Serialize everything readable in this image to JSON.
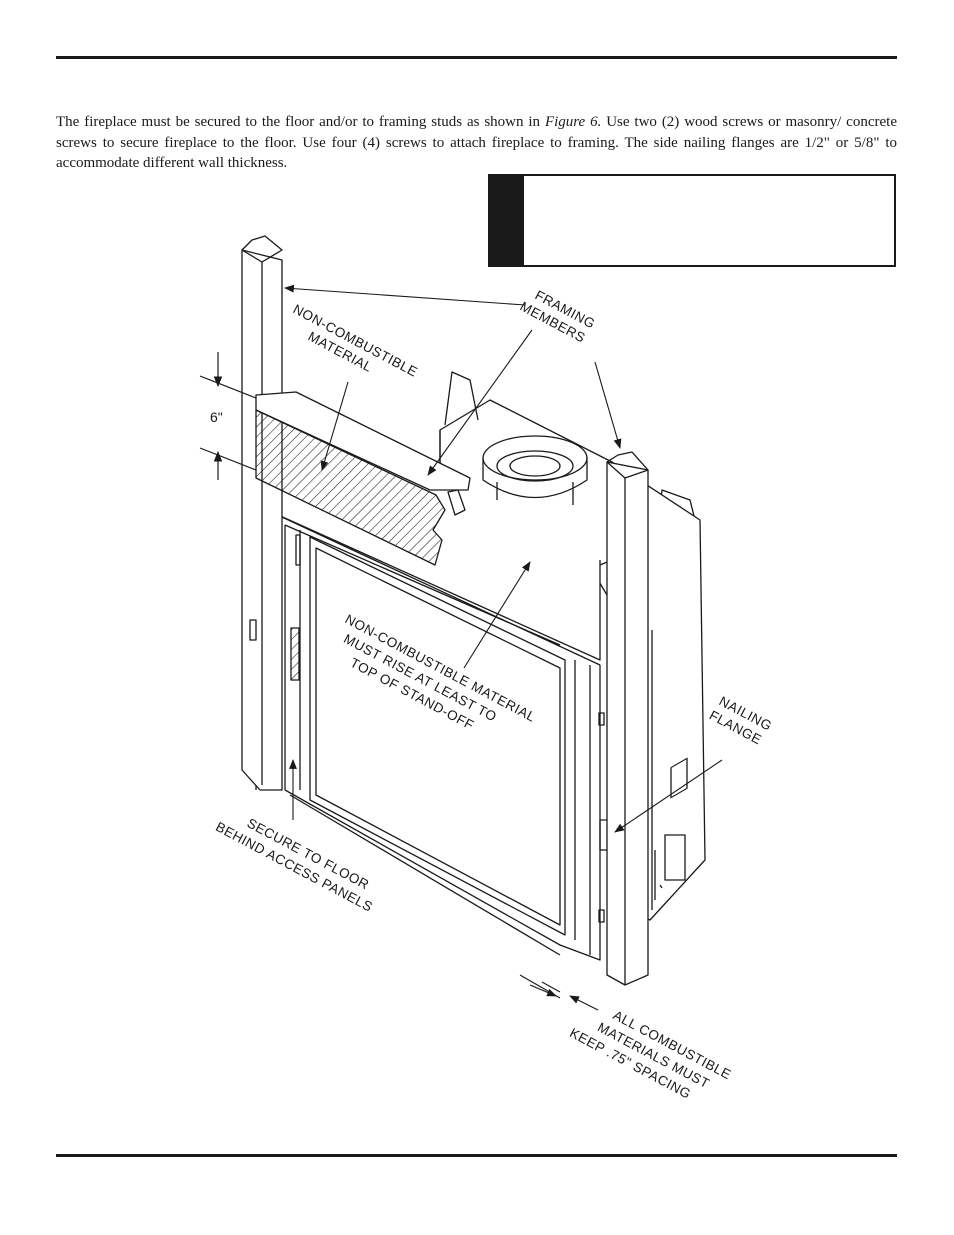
{
  "intro": {
    "part1": "The fireplace must be secured to the floor and/or to framing studs as shown in ",
    "figure_ref": "Figure 6.",
    "part2": " Use two (2) wood screws or masonry/ concrete screws to secure fireplace to the floor. Use four (4) screws to attach fireplace to framing. The side nailing flanges are 1/2\" or 5/8\" to accommodate different wall thickness."
  },
  "figure": {
    "dimension_6in": "6\"",
    "noncombustible_material": [
      "NON-COMBUSTIBLE",
      "MATERIAL"
    ],
    "framing_members": [
      "FRAMING",
      "MEMBERS"
    ],
    "noncombustible_rise": [
      "NON-COMBUSTIBLE MATERIAL",
      "MUST RISE AT LEAST TO",
      "TOP OF STAND-OFF"
    ],
    "nailing_flange": [
      "NAILING",
      "FLANGE"
    ],
    "secure_floor": [
      "SECURE TO FLOOR",
      "BEHIND ACCESS PANELS"
    ],
    "combustible_spacing": [
      "ALL COMBUSTIBLE",
      "MATERIALS MUST",
      "KEEP .75\" SPACING"
    ]
  }
}
